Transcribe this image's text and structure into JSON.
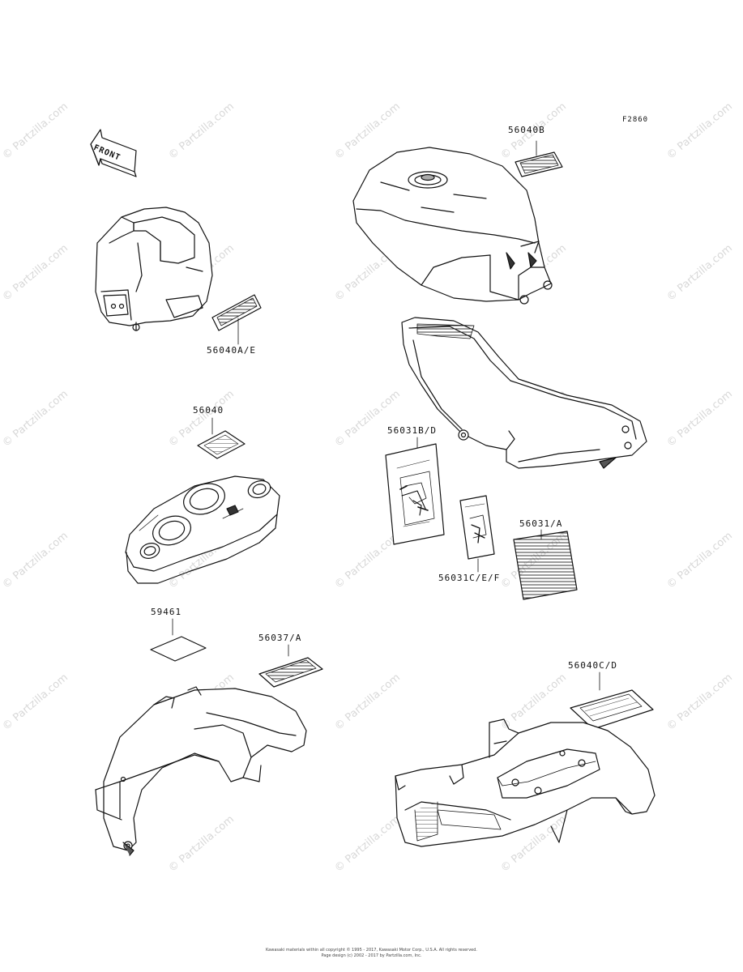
{
  "figure_code": "F2860",
  "front_label": "FRONT",
  "watermark": "© Partzilla.com",
  "parts": {
    "p56040B": "56040B",
    "p56040AE": "56040A/E",
    "p56040": "56040",
    "p56031BD": "56031B/D",
    "p56031A": "56031/A",
    "p56031CEF": "56031C/E/F",
    "p59461": "59461",
    "p56037A": "56037/A",
    "p56040CD": "56040C/D"
  },
  "footer": {
    "line1": "Kawasaki materials within all copyright © 1995 - 2017, Kawasaki Motor Corp., U.S.A. All rights reserved.",
    "line2": "Page design (c) 2002 - 2017 by Partzilla.com, Inc."
  }
}
